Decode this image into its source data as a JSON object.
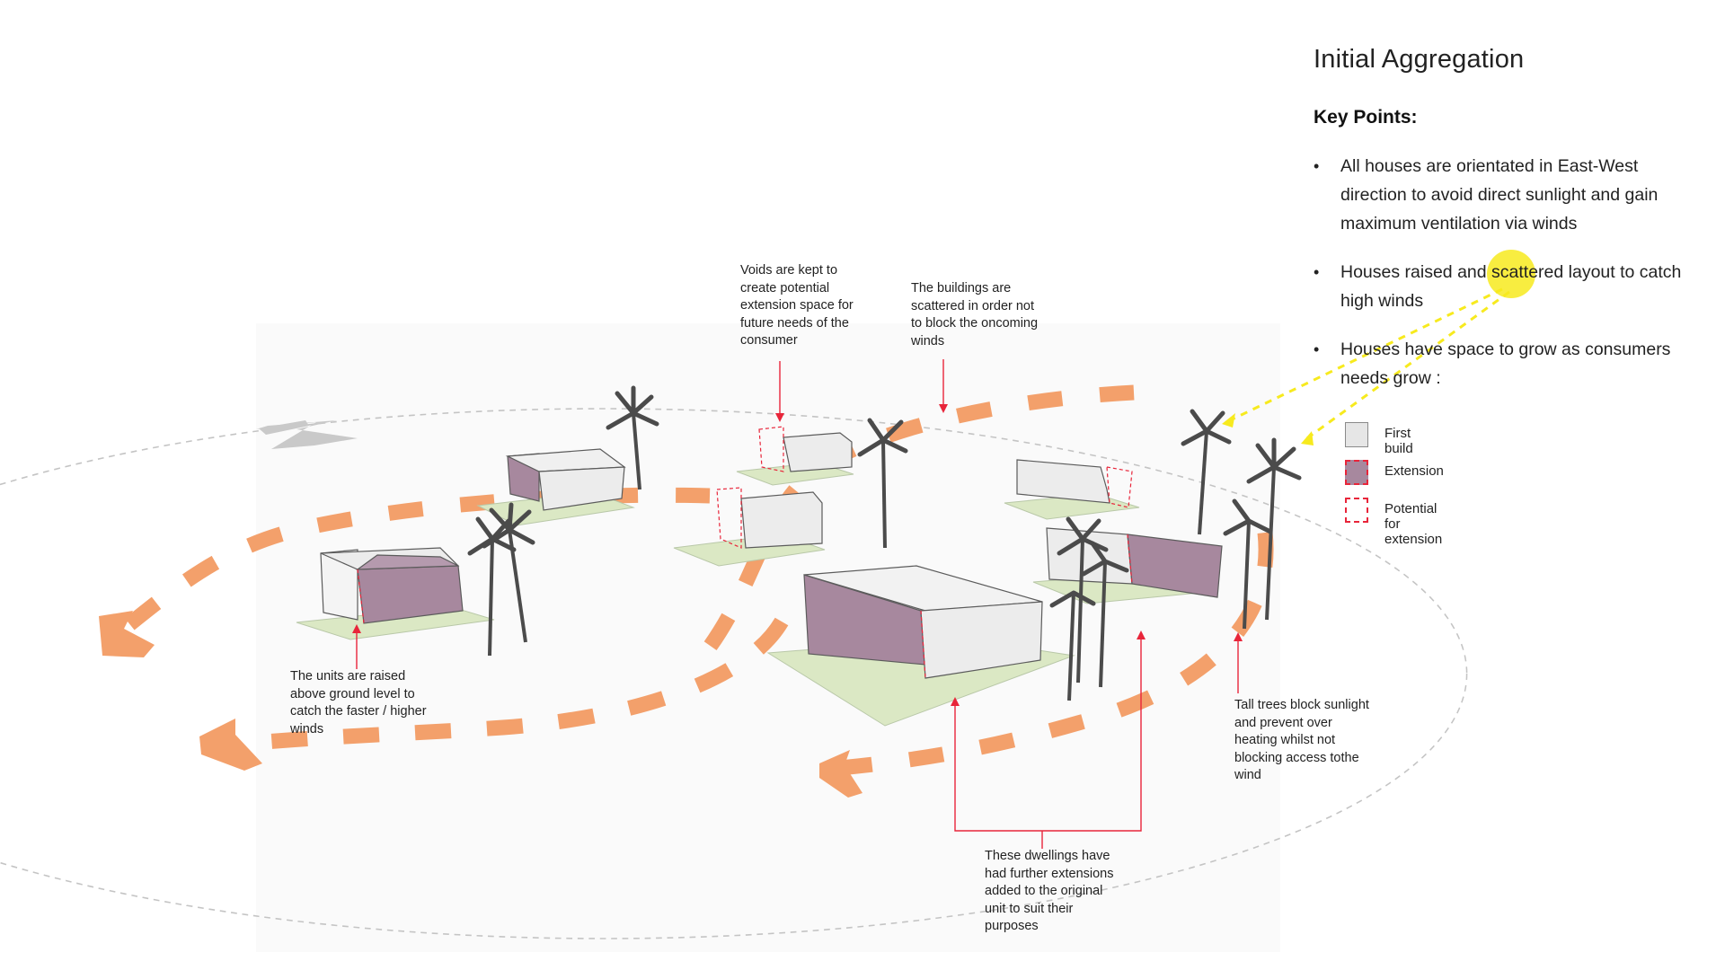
{
  "title": "Initial Aggregation",
  "key_points_heading": "Key Points:",
  "key_points": [
    "All houses are orientated in East-West direction to avoid direct sunlight and gain maximum ventilation via winds",
    "Houses raised and scattered layout to catch high winds",
    "Houses have space to grow as consumers needs grow :"
  ],
  "legend": [
    {
      "label": "First build",
      "style": "first"
    },
    {
      "label": "Extension",
      "style": "extension"
    },
    {
      "label": "Potential for extension",
      "style": "potential"
    }
  ],
  "annotations": {
    "voids": "Voids are kept to create potential extension space for future needs of the consumer",
    "scattered": "The buildings are scattered in order not to block the oncoming winds",
    "raised": "The units are raised above ground level to catch the faster / higher winds",
    "tall_trees": "Tall trees block sunlight and prevent over heating whilst not blocking access tothe wind",
    "extensions": "These dwellings have had further extensions added to the original unit to suit their purposes"
  },
  "colors": {
    "wind_arrow": "#f3a06b",
    "annotation_line": "#e8253a",
    "extension_fill": "#a7889e",
    "first_build_fill": "#ebebeb",
    "ground_pad": "#dbe8c4",
    "highlight": "#f7ea1e",
    "north_arrow": "#c8c8c8"
  },
  "icons": [
    "north-arrow-icon",
    "wind-flow-arrow",
    "palm-tree-icon"
  ]
}
